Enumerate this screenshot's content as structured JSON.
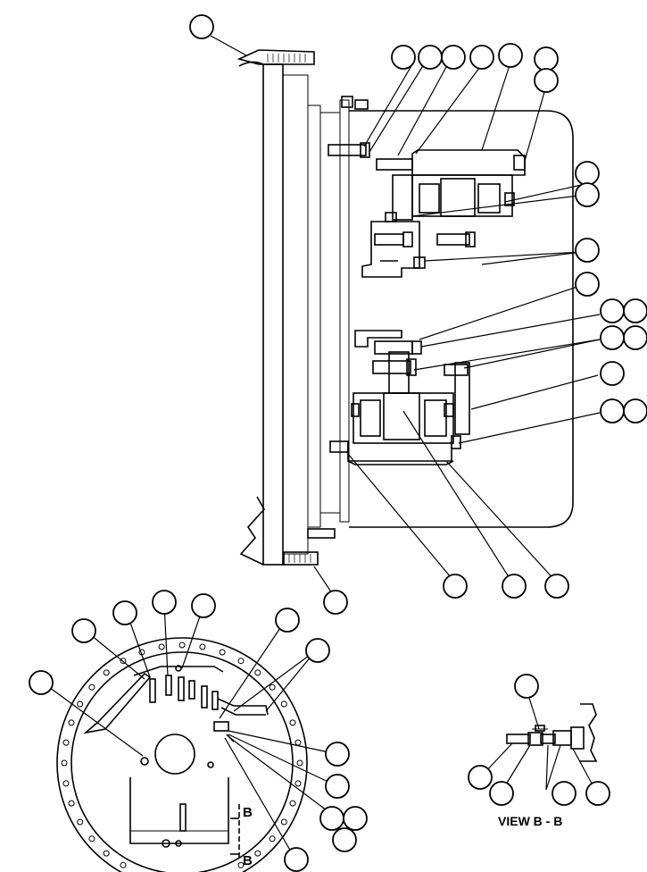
{
  "view_label": "VIEW B - B",
  "section_marker": "B",
  "section_marker_lower": "B"
}
